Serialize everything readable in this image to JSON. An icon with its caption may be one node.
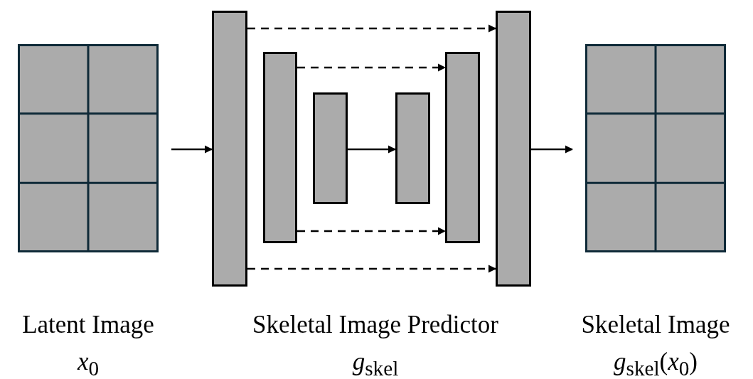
{
  "diagram": {
    "nodes": [
      {
        "text": [
          "Latent Image",
          "*x*$_{0}$"
        ]
      },
      {
        "text": [],
        "shape": "bar"
      },
      {
        "text": [],
        "shape": "bar"
      },
      {
        "text": [],
        "shape": "bar"
      },
      {
        "text": [],
        "shape": "bar"
      },
      {
        "text": [],
        "shape": "bar"
      },
      {
        "text": [],
        "shape": "bar"
      },
      {
        "text": [
          "Skeletal Image",
          "*g*$_{skel}$(*x*$_{0}$)"
        ]
      }
    ],
    "edges": [
      {
        "from": 0,
        "to": 1,
        "arrow": "to"
      },
      {
        "from": 1,
        "to": 6,
        "arrow": "to",
        "style": "dashed"
      },
      {
        "from": 2,
        "to": 5,
        "arrow": "to",
        "style": "dashed"
      },
      {
        "from": 3,
        "to": 4,
        "arrow": "to"
      },
      {
        "from": 2,
        "to": 5,
        "arrow": "to",
        "style": "dashed"
      },
      {
        "from": 1,
        "to": 6,
        "arrow": "to",
        "style": "dashed"
      },
      {
        "from": 6,
        "to": 7,
        "arrow": "to"
      }
    ],
    "labels": [
      "Skeletal Image Predictor",
      "*g*$_{skel}$"
    ]
  }
}
